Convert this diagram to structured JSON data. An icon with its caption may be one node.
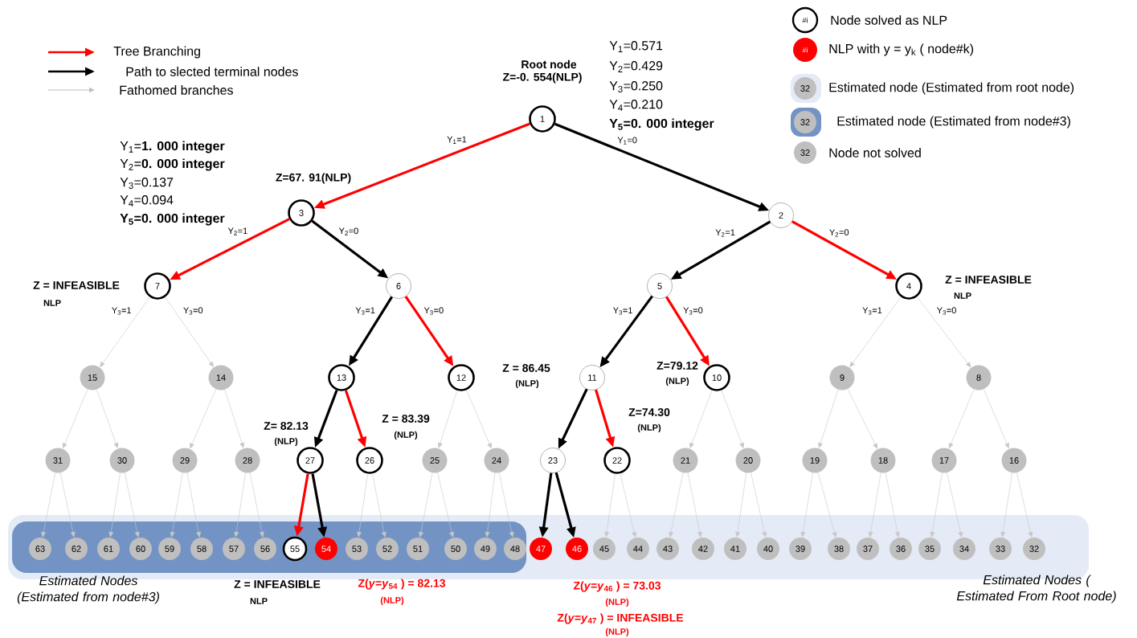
{
  "diagram": {
    "nodes": [
      {
        "text": [
          "Estimated Nodes ( Estimated From Root node)"
        ]
      },
      {
        "text": [
          "Estimated Nodes (Estimated from node#3)"
        ],
        "in": 0
      },
      {
        "text": [
          "1"
        ],
        "beside": [
          "Root node",
          "Z=-0. 554(NLP)",
          "Y$_{1}$=0.571",
          "Y$_{2}$=0.429",
          "Y$_{3}$=0.250",
          "Y$_{4}$=0.210",
          "Y$_{5}$=0. 000 integer"
        ]
      },
      {
        "text": [
          "2"
        ]
      },
      {
        "text": [
          "3"
        ],
        "beside": [
          "Z=67. 91(NLP)",
          "Y$_{1}$=**1. 000 integer**",
          "Y$_{2}$=**0. 000 integer**",
          "Y$_{3}$=0.137",
          "Y$_{4}$=0.094",
          "Y$_{5}$=0. 000 integer"
        ]
      },
      {
        "text": [
          "4"
        ],
        "beside": [
          "Z = INFEASIBLE",
          "NLP"
        ]
      },
      {
        "text": [
          "5"
        ]
      },
      {
        "text": [
          "6"
        ]
      },
      {
        "text": [
          "7"
        ],
        "beside": [
          "Z = INFEASIBLE",
          "NLP"
        ]
      },
      {
        "text": [
          "8"
        ]
      },
      {
        "text": [
          "9"
        ]
      },
      {
        "text": [
          "10"
        ],
        "beside": [
          "Z=79.12",
          "(NLP)"
        ]
      },
      {
        "text": [
          "11"
        ]
      },
      {
        "text": [
          "12"
        ],
        "beside": [
          "Z  = 86.45",
          "(NLP)"
        ]
      },
      {
        "text": [
          "13"
        ]
      },
      {
        "text": [
          "14"
        ]
      },
      {
        "text": [
          "15"
        ]
      },
      {
        "text": [
          "16"
        ]
      },
      {
        "text": [
          "17"
        ]
      },
      {
        "text": [
          "18"
        ]
      },
      {
        "text": [
          "19"
        ]
      },
      {
        "text": [
          "20"
        ]
      },
      {
        "text": [
          "21"
        ]
      },
      {
        "text": [
          "22"
        ],
        "beside": [
          "Z=74.30",
          "(NLP)"
        ]
      },
      {
        "text": [
          "23"
        ]
      },
      {
        "text": [
          "24"
        ]
      },
      {
        "text": [
          "25"
        ]
      },
      {
        "text": [
          "26"
        ],
        "beside": [
          "Z = 83.39",
          "(NLP)"
        ]
      },
      {
        "text": [
          "27"
        ],
        "beside": [
          "Z= 82.13",
          "(NLP)"
        ]
      },
      {
        "text": [
          "28"
        ]
      },
      {
        "text": [
          "29"
        ]
      },
      {
        "text": [
          "30"
        ]
      },
      {
        "text": [
          "31"
        ]
      },
      {
        "text": [
          "32"
        ],
        "in": 0
      },
      {
        "text": [
          "33"
        ],
        "in": 0
      },
      {
        "text": [
          "34"
        ],
        "in": 0
      },
      {
        "text": [
          "35"
        ],
        "in": 0
      },
      {
        "text": [
          "36"
        ],
        "in": 0
      },
      {
        "text": [
          "37"
        ],
        "in": 0
      },
      {
        "text": [
          "38"
        ],
        "in": 0
      },
      {
        "text": [
          "39"
        ],
        "in": 0
      },
      {
        "text": [
          "40"
        ],
        "in": 0
      },
      {
        "text": [
          "41"
        ],
        "in": 0
      },
      {
        "text": [
          "42"
        ],
        "in": 0
      },
      {
        "text": [
          "43"
        ],
        "in": 0
      },
      {
        "text": [
          "44"
        ],
        "in": 0
      },
      {
        "text": [
          "45"
        ],
        "in": 0
      },
      {
        "text": [
          "46"
        ],
        "in": 0,
        "beside": [
          "Z(*y*=*y*$_{46}$ ) = 73.03",
          "(NLP)"
        ]
      },
      {
        "text": [
          "47"
        ],
        "in": 0,
        "beside": [
          "Z(*y*=*y*$_{47}$ ) =  INFEASIBLE",
          "(NLP)"
        ]
      },
      {
        "text": [
          "48"
        ],
        "in": 1
      },
      {
        "text": [
          "49"
        ],
        "in": 1
      },
      {
        "text": [
          "50"
        ],
        "in": 1
      },
      {
        "text": [
          "51"
        ],
        "in": 1
      },
      {
        "text": [
          "52"
        ],
        "in": 1
      },
      {
        "text": [
          "53"
        ],
        "in": 1
      },
      {
        "text": [
          "54"
        ],
        "in": 1,
        "beside": [
          "Z(*y*=*y*$_{54}$ ) = 82.13",
          "(NLP)"
        ]
      },
      {
        "text": [
          "55"
        ],
        "in": 1,
        "beside": [
          "Z = INFEASIBLE",
          "NLP"
        ]
      },
      {
        "text": [
          "56"
        ],
        "in": 1
      },
      {
        "text": [
          "57"
        ],
        "in": 1
      },
      {
        "text": [
          "58"
        ],
        "in": 1
      },
      {
        "text": [
          "59"
        ],
        "in": 1
      },
      {
        "text": [
          "60"
        ],
        "in": 1
      },
      {
        "text": [
          "61"
        ],
        "in": 1
      },
      {
        "text": [
          "62"
        ],
        "in": 1
      },
      {
        "text": [
          "63"
        ],
        "in": 1
      }
    ],
    "edges": [
      {
        "from": 2,
        "to": 4,
        "arrow": "to",
        "label": "Y$_{1}$=1",
        "style": "thick",
        "color": "#ff0000"
      },
      {
        "from": 2,
        "to": 3,
        "arrow": "to",
        "label": "Y$_{1}$=0",
        "style": "thick",
        "color": "#000000"
      },
      {
        "from": 3,
        "to": 6,
        "arrow": "to",
        "label": "Y$_{2}$=1",
        "style": "thick",
        "color": "#000000"
      },
      {
        "from": 3,
        "to": 5,
        "arrow": "to",
        "label": "Y$_{2}$=0",
        "style": "thick",
        "color": "#ff0000"
      },
      {
        "from": 4,
        "to": 8,
        "arrow": "to",
        "label": "Y$_{2}$=1",
        "style": "thick",
        "color": "#ff0000"
      },
      {
        "from": 4,
        "to": 7,
        "arrow": "to",
        "label": "Y$_{2}$=0",
        "style": "thick",
        "color": "#000000"
      },
      {
        "from": 5,
        "to": 10,
        "arrow": "to",
        "label": "Y$_{3}$=1"
      },
      {
        "from": 5,
        "to": 9,
        "arrow": "to",
        "label": "Y$_{3}$=0"
      },
      {
        "from": 6,
        "to": 12,
        "arrow": "to",
        "label": "Y$_{3}$=1",
        "style": "thick",
        "color": "#000000"
      },
      {
        "from": 6,
        "to": 11,
        "arrow": "to",
        "label": "Y$_{3}$=0",
        "style": "thick",
        "color": "#ff0000"
      },
      {
        "from": 7,
        "to": 14,
        "arrow": "to",
        "label": "Y$_{3}$=1",
        "style": "thick",
        "color": "#000000"
      },
      {
        "from": 7,
        "to": 13,
        "arrow": "to",
        "label": "Y$_{3}$=0",
        "style": "thick",
        "color": "#ff0000"
      },
      {
        "from": 8,
        "to": 16,
        "arrow": "to",
        "label": "Y$_{3}$=1"
      },
      {
        "from": 8,
        "to": 15,
        "arrow": "to",
        "label": "Y$_{3}$=0"
      },
      {
        "from": 9,
        "to": 18,
        "arrow": "to"
      },
      {
        "from": 9,
        "to": 17,
        "arrow": "to"
      },
      {
        "from": 10,
        "to": 20,
        "arrow": "to"
      },
      {
        "from": 10,
        "to": 19,
        "arrow": "to"
      },
      {
        "from": 11,
        "to": 22,
        "arrow": "to"
      },
      {
        "from": 11,
        "to": 21,
        "arrow": "to"
      },
      {
        "from": 12,
        "to": 24,
        "arrow": "to",
        "style": "thick",
        "color": "#000000"
      },
      {
        "from": 12,
        "to": 23,
        "arrow": "to",
        "style": "thick",
        "color": "#ff0000"
      },
      {
        "from": 13,
        "to": 26,
        "arrow": "to"
      },
      {
        "from": 13,
        "to": 25,
        "arrow": "to"
      },
      {
        "from": 14,
        "to": 28,
        "arrow": "to",
        "style": "thick",
        "color": "#000000"
      },
      {
        "from": 14,
        "to": 27,
        "arrow": "to",
        "style": "thick",
        "color": "#ff0000"
      },
      {
        "from": 15,
        "to": 30,
        "arrow": "to"
      },
      {
        "from": 15,
        "to": 29,
        "arrow": "to"
      },
      {
        "from": 16,
        "to": 32,
        "arrow": "to"
      },
      {
        "from": 16,
        "to": 31,
        "arrow": "to"
      },
      {
        "from": 17,
        "to": 34,
        "arrow": "to"
      },
      {
        "from": 17,
        "to": 33,
        "arrow": "to"
      },
      {
        "from": 18,
        "to": 36,
        "arrow": "to"
      },
      {
        "from": 18,
        "to": 35,
        "arrow": "to"
      },
      {
        "from": 19,
        "to": 38,
        "arrow": "to"
      },
      {
        "from": 19,
        "to": 37,
        "arrow": "to"
      },
      {
        "from": 20,
        "to": 40,
        "arrow": "to"
      },
      {
        "from": 20,
        "to": 39,
        "arrow": "to"
      },
      {
        "from": 21,
        "to": 42,
        "arrow": "to"
      },
      {
        "from": 21,
        "to": 41,
        "arrow": "to"
      },
      {
        "from": 22,
        "to": 44,
        "arrow": "to"
      },
      {
        "from": 22,
        "to": 43,
        "arrow": "to"
      },
      {
        "from": 23,
        "to": 46,
        "arrow": "to"
      },
      {
        "from": 23,
        "to": 45,
        "arrow": "to"
      },
      {
        "from": 24,
        "to": 48,
        "arrow": "to",
        "style": "thick",
        "color": "#000000"
      },
      {
        "from": 24,
        "to": 47,
        "arrow": "to",
        "style": "thick",
        "color": "#000000"
      },
      {
        "from": 25,
        "to": 50,
        "arrow": "to"
      },
      {
        "from": 25,
        "to": 49,
        "arrow": "to"
      },
      {
        "from": 26,
        "to": 52,
        "arrow": "to"
      },
      {
        "from": 26,
        "to": 51,
        "arrow": "to"
      },
      {
        "from": 27,
        "to": 54,
        "arrow": "to"
      },
      {
        "from": 27,
        "to": 53,
        "arrow": "to"
      },
      {
        "from": 28,
        "to": 56,
        "arrow": "to",
        "style": "thick",
        "color": "#ff0000"
      },
      {
        "from": 28,
        "to": 55,
        "arrow": "to",
        "style": "thick",
        "color": "#000000"
      },
      {
        "from": 29,
        "to": 58,
        "arrow": "to"
      },
      {
        "from": 29,
        "to": 57,
        "arrow": "to"
      },
      {
        "from": 30,
        "to": 60,
        "arrow": "to"
      },
      {
        "from": 30,
        "to": 59,
        "arrow": "to"
      },
      {
        "from": 31,
        "to": 62,
        "arrow": "to"
      },
      {
        "from": 31,
        "to": 61,
        "arrow": "to"
      },
      {
        "from": 32,
        "to": 64,
        "arrow": "to"
      },
      {
        "from": 32,
        "to": 63,
        "arrow": "to"
      }
    ],
    "labels": [
      "#i",
      "#i",
      "32",
      "32",
      "32"
    ],
    "legend": [
      {
        "text": "Tree Branching"
      },
      {
        "text": "Path to slected terminal nodes"
      },
      {
        "text": "Fathomed branches"
      },
      {
        "text": "Node solved as NLP"
      },
      {
        "text": "NLP with y = y$_{k}$ ( node#k)"
      },
      {
        "text": "Estimated node (Estimated from root node)"
      },
      {
        "text": "Estimated node (Estimated from node#3)"
      },
      {
        "text": "Node not solved"
      }
    ]
  }
}
